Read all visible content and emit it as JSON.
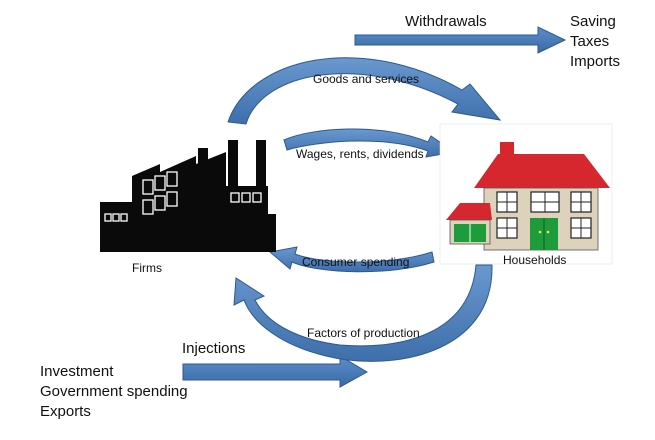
{
  "withdrawals": {
    "label": "Withdrawals",
    "items": [
      "Saving",
      "Taxes",
      "Imports"
    ]
  },
  "injections": {
    "label": "Injections",
    "items": [
      "Investment",
      "Government spending",
      "Exports"
    ]
  },
  "flows": {
    "goods_and_services": "Goods and services",
    "wages_rents_dividends": "Wages, rents, dividends",
    "consumer_spending": "Consumer spending",
    "factors_of_production": "Factors of production"
  },
  "sectors": {
    "firms": "Firms",
    "households": "Households"
  },
  "colors": {
    "arrow_fill": "#4f81bd",
    "arrow_stroke": "#2c5a8e",
    "roof": "#d6262e",
    "wall": "#ddd3bd",
    "door": "#1e9b3a",
    "factory": "#0a0a0a"
  },
  "icons": {
    "firms": "factory-icon",
    "households": "house-icon"
  }
}
